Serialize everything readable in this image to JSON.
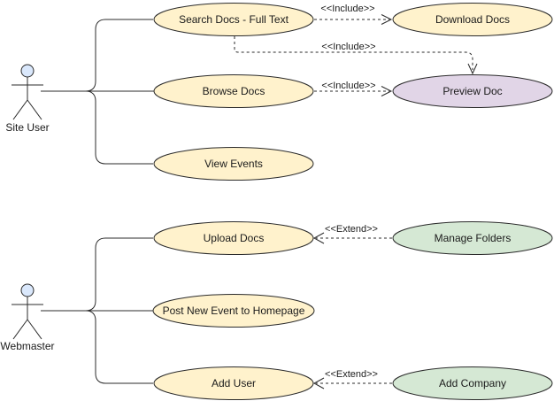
{
  "diagram": {
    "type": "uml-use-case-diagram",
    "background_color": "#ffffff",
    "stroke_color": "#2b2b2b",
    "colors": {
      "yellow": "#FFF2CC",
      "purple": "#E1D5E7",
      "green": "#D5E8D4",
      "actor_head": "#DAE8FC"
    },
    "actors": [
      {
        "name": "Site User"
      },
      {
        "name": "Webmaster"
      }
    ],
    "use_cases": [
      {
        "label": "Search Docs - Full Text",
        "color": "yellow"
      },
      {
        "label": "Download Docs",
        "color": "yellow"
      },
      {
        "label": "Browse Docs",
        "color": "yellow"
      },
      {
        "label": "Preview Doc",
        "color": "purple"
      },
      {
        "label": "View Events",
        "color": "yellow"
      },
      {
        "label": "Upload Docs",
        "color": "yellow"
      },
      {
        "label": "Manage Folders",
        "color": "green"
      },
      {
        "label": "Post New Event to Homepage",
        "color": "yellow"
      },
      {
        "label": "Add User",
        "color": "yellow"
      },
      {
        "label": "Add Company",
        "color": "green"
      }
    ],
    "relationships": [
      {
        "from": "Search Docs - Full Text",
        "to": "Download Docs",
        "stereotype": "<<Include>>"
      },
      {
        "from": "Search Docs - Full Text",
        "to": "Preview Doc",
        "stereotype": "<<Include>>"
      },
      {
        "from": "Browse Docs",
        "to": "Preview Doc",
        "stereotype": "<<Include>>"
      },
      {
        "from": "Manage Folders",
        "to": "Upload Docs",
        "stereotype": "<<Extend>>"
      },
      {
        "from": "Add Company",
        "to": "Add User",
        "stereotype": "<<Extend>>"
      }
    ],
    "associations": [
      {
        "actor": "Site User",
        "use_cases": [
          "Search Docs - Full Text",
          "Browse Docs",
          "View Events"
        ]
      },
      {
        "actor": "Webmaster",
        "use_cases": [
          "Upload Docs",
          "Post New Event to Homepage",
          "Add User"
        ]
      }
    ]
  }
}
